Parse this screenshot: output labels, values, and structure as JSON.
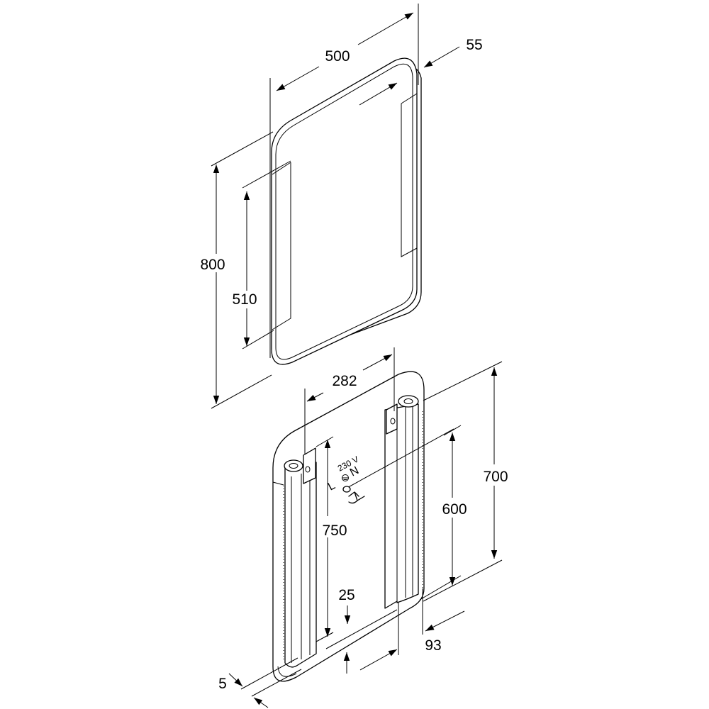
{
  "dimensions": {
    "mirror_width": "500",
    "mirror_depth": "55",
    "mirror_height": "800",
    "light_length": "510",
    "bracket_spacing": "282",
    "mount_height": "700",
    "bracket_length": "600",
    "rail_length": "750",
    "offset_25": "25",
    "offset_93": "93",
    "offset_5": "5"
  },
  "electrical": {
    "voltage": "230 V",
    "live": "L",
    "neutral": "N"
  },
  "icons": [
    "ground-symbol-icon",
    "power-cable-icon"
  ]
}
